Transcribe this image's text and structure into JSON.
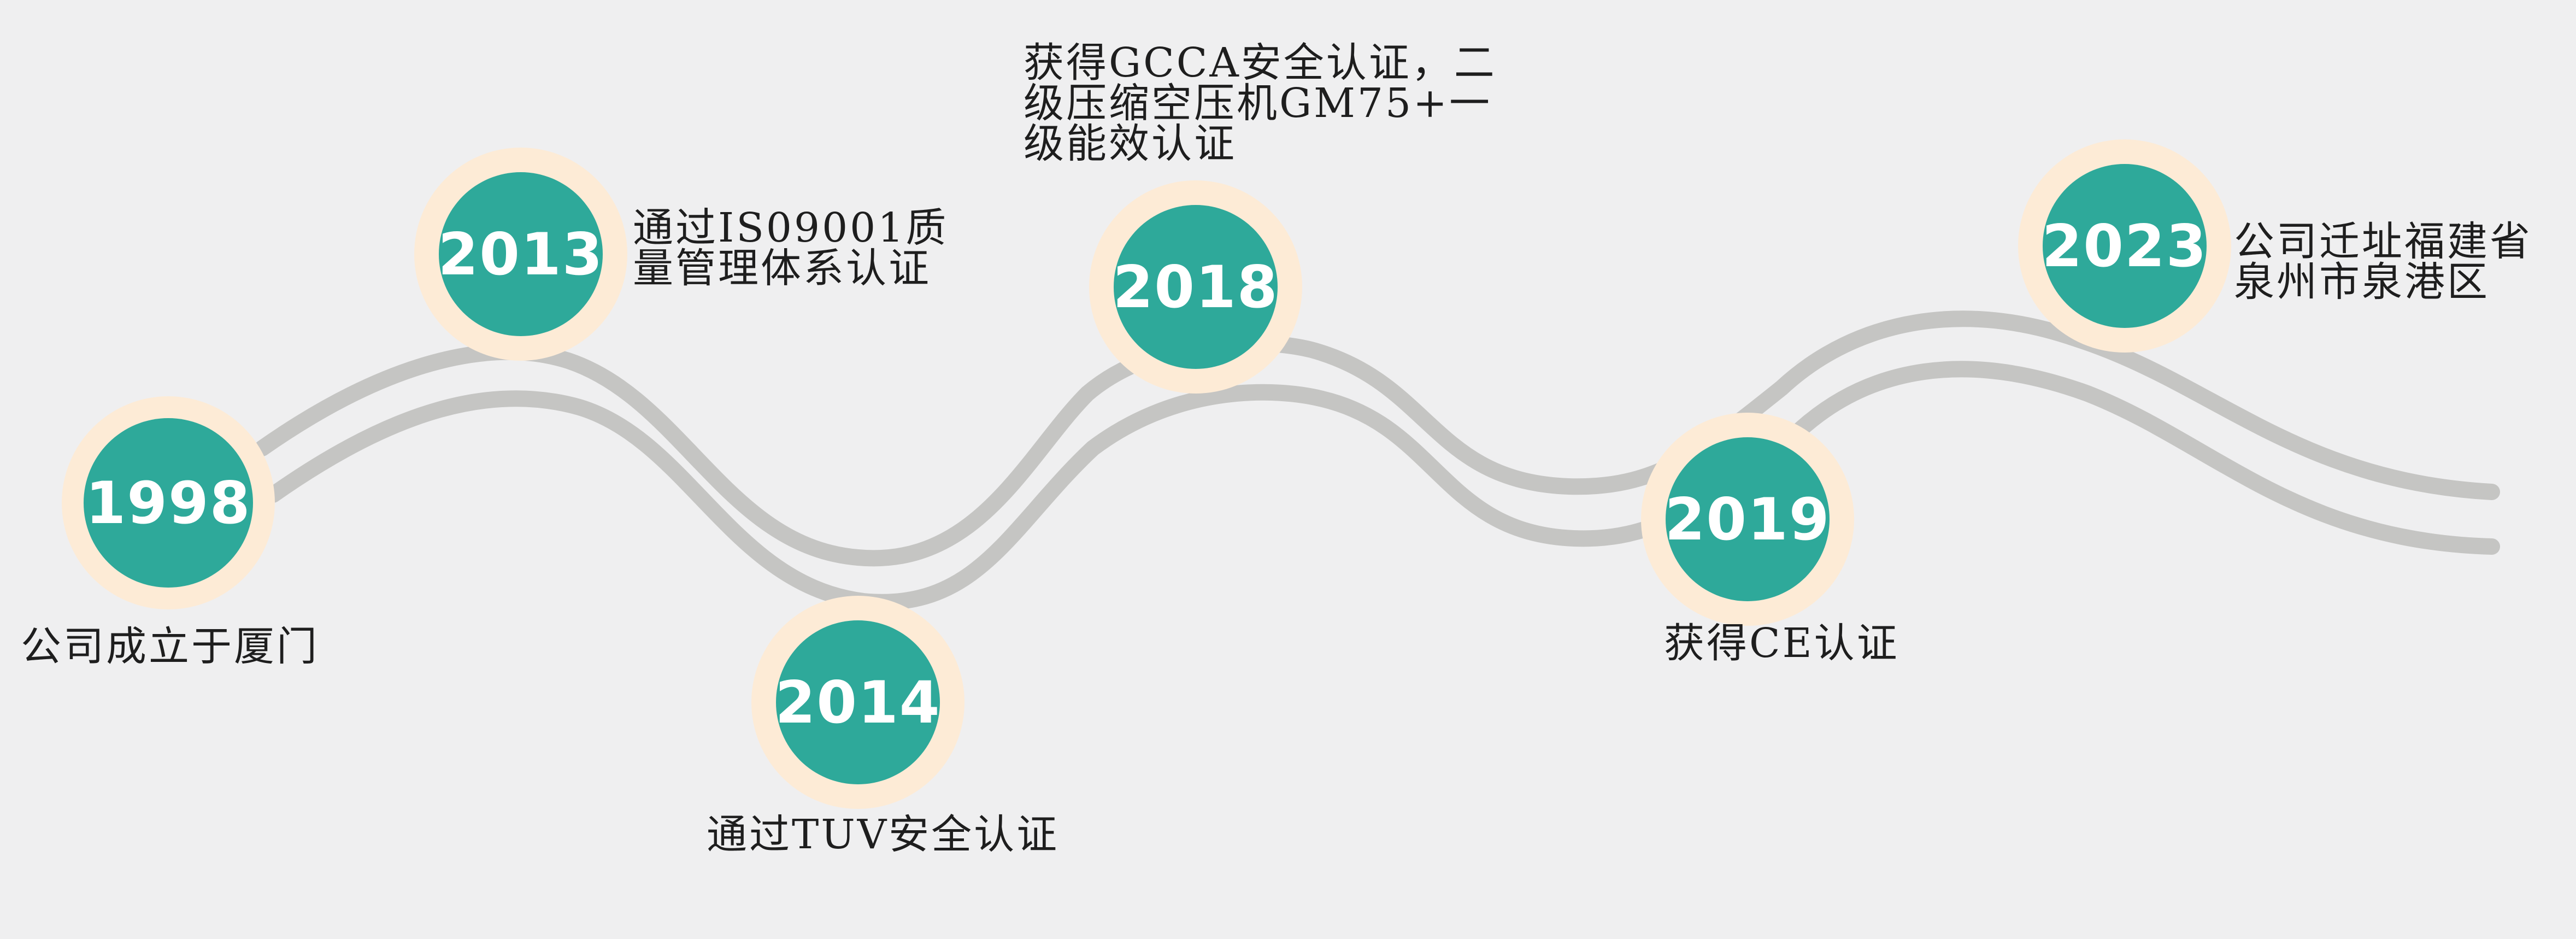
{
  "milestones": [
    {
      "year": "1998",
      "lines": [
        "公司成立于厦门"
      ]
    },
    {
      "year": "2013",
      "lines": [
        "通过IS09001质",
        "量管理体系认证"
      ]
    },
    {
      "year": "2014",
      "lines": [
        "通过TUV安全认证"
      ]
    },
    {
      "year": "2018",
      "lines": [
        "获得GCCA安全认证，二",
        "级压缩空压机GM75+一",
        "级能效认证"
      ]
    },
    {
      "year": "2019",
      "lines": [
        "获得CE认证"
      ]
    },
    {
      "year": "2023",
      "lines": [
        "公司迁址福建省",
        "泉州市泉港区"
      ]
    }
  ],
  "colors": {
    "background": "#efeff0",
    "track": "#c5c5c3",
    "halo": "#fdebd6",
    "disc": "#2ea99a",
    "year_text": "#ffffff",
    "caption_text": "#1e1e1e"
  }
}
